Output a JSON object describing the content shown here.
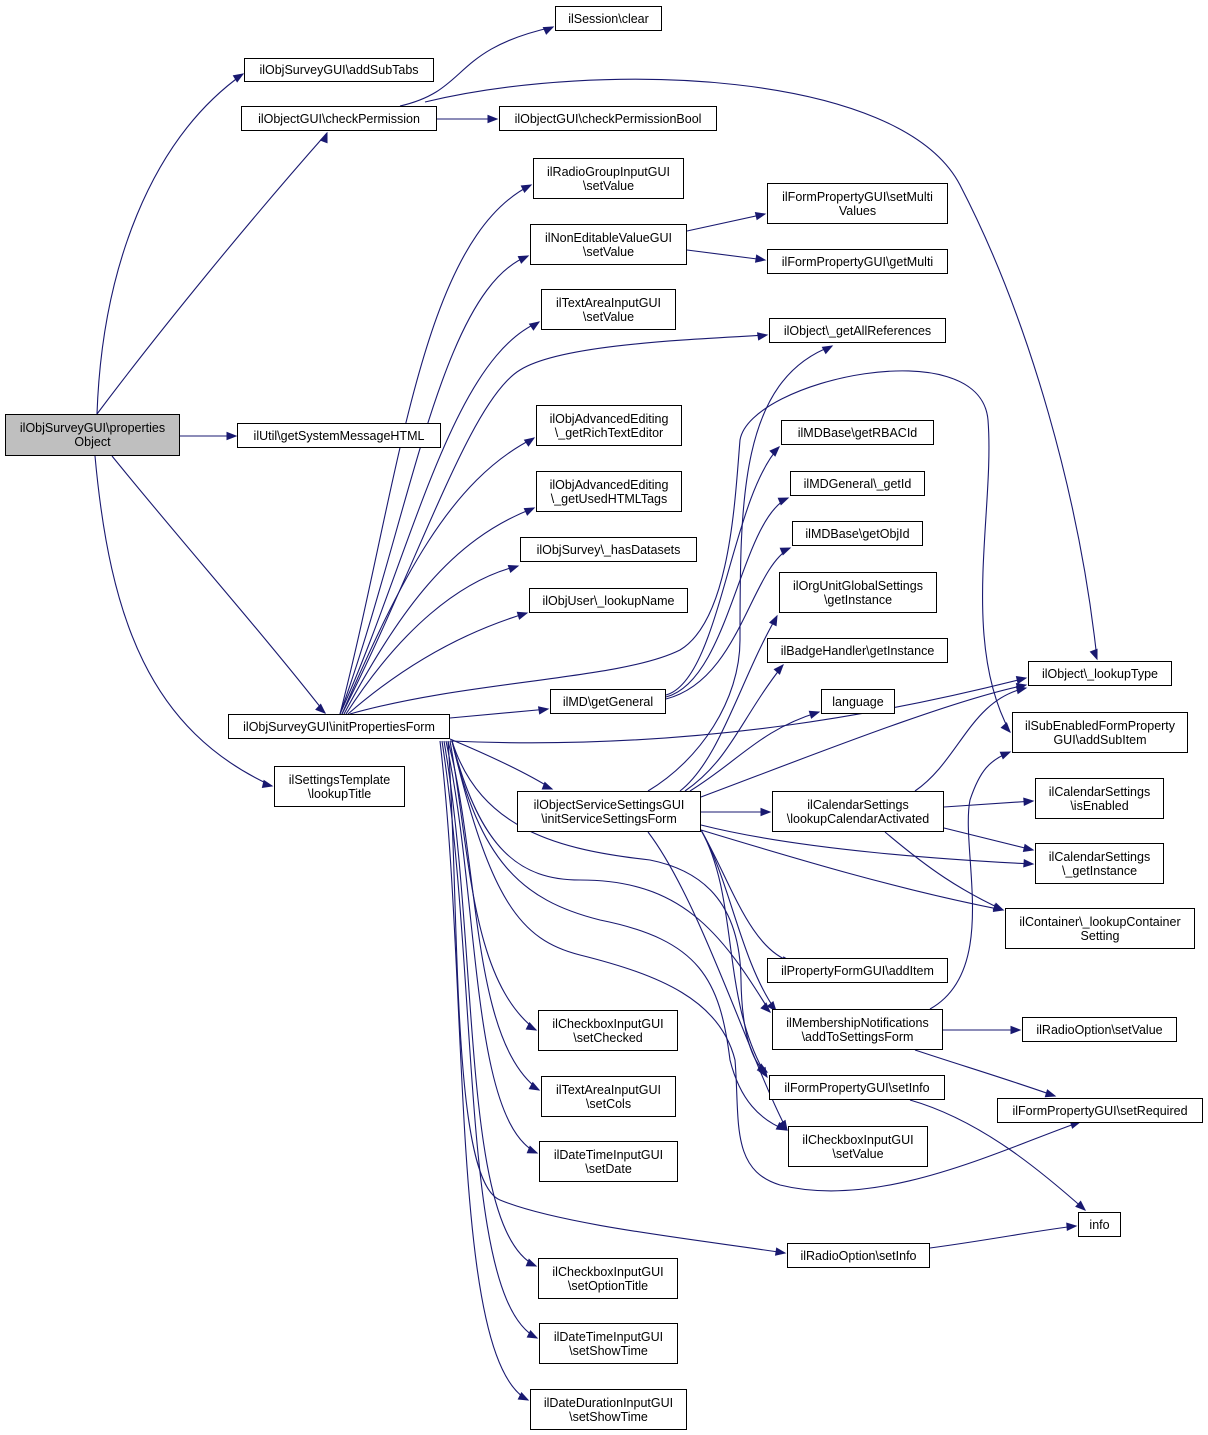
{
  "graph": {
    "nodes": {
      "root": [
        "ilObjSurveyGUI\\properties",
        "Object"
      ],
      "addSubTabs": [
        "ilObjSurveyGUI\\addSubTabs"
      ],
      "checkPermission": [
        "ilObjectGUI\\checkPermission"
      ],
      "getSystemMessageHTML": [
        "ilUtil\\getSystemMessageHTML"
      ],
      "initPropertiesForm": [
        "ilObjSurveyGUI\\initPropertiesForm"
      ],
      "lookupTitle": [
        "ilSettingsTemplate",
        "\\lookupTitle"
      ],
      "sessionClear": [
        "ilSession\\clear"
      ],
      "checkPermissionBool": [
        "ilObjectGUI\\checkPermissionBool"
      ],
      "radioGroupSetValue": [
        "ilRadioGroupInputGUI",
        "\\setValue"
      ],
      "nonEditableSetValue": [
        "ilNonEditableValueGUI",
        "\\setValue"
      ],
      "textAreaSetValue": [
        "ilTextAreaInputGUI",
        "\\setValue"
      ],
      "getRichTextEditor": [
        "ilObjAdvancedEditing",
        "\\_getRichTextEditor"
      ],
      "getUsedHTMLTags": [
        "ilObjAdvancedEditing",
        "\\_getUsedHTMLTags"
      ],
      "hasDatasets": [
        "ilObjSurvey\\_hasDatasets"
      ],
      "lookupName": [
        "ilObjUser\\_lookupName"
      ],
      "mdGetGeneral": [
        "ilMD\\getGeneral"
      ],
      "initServiceSettingsForm": [
        "ilObjectServiceSettingsGUI",
        "\\initServiceSettingsForm"
      ],
      "checkboxSetChecked": [
        "ilCheckboxInputGUI",
        "\\setChecked"
      ],
      "textAreaSetCols": [
        "ilTextAreaInputGUI",
        "\\setCols"
      ],
      "dateTimeSetDate": [
        "ilDateTimeInputGUI",
        "\\setDate"
      ],
      "checkboxSetOptionTitle": [
        "ilCheckboxInputGUI",
        "\\setOptionTitle"
      ],
      "dateTimeSetShowTime": [
        "ilDateTimeInputGUI",
        "\\setShowTime"
      ],
      "dateDurationSetShowTime": [
        "ilDateDurationInputGUI",
        "\\setShowTime"
      ],
      "setMultiValues": [
        "ilFormPropertyGUI\\setMulti",
        "Values"
      ],
      "getMulti": [
        "ilFormPropertyGUI\\getMulti"
      ],
      "getAllReferences": [
        "ilObject\\_getAllReferences"
      ],
      "getRBACId": [
        "ilMDBase\\getRBACId"
      ],
      "mdGeneralGetId": [
        "ilMDGeneral\\_getId"
      ],
      "getObjId": [
        "ilMDBase\\getObjId"
      ],
      "orgUnitGetInstance": [
        "ilOrgUnitGlobalSettings",
        "\\getInstance"
      ],
      "badgeGetInstance": [
        "ilBadgeHandler\\getInstance"
      ],
      "language": [
        "language"
      ],
      "lookupCalendarActivated": [
        "ilCalendarSettings",
        "\\lookupCalendarActivated"
      ],
      "addItem": [
        "ilPropertyFormGUI\\addItem"
      ],
      "addToSettingsForm": [
        "ilMembershipNotifications",
        "\\addToSettingsForm"
      ],
      "setInfo": [
        "ilFormPropertyGUI\\setInfo"
      ],
      "checkboxSetValue": [
        "ilCheckboxInputGUI",
        "\\setValue"
      ],
      "radioOptionSetInfo": [
        "ilRadioOption\\setInfo"
      ],
      "lookupType": [
        "ilObject\\_lookupType"
      ],
      "addSubItem": [
        "ilSubEnabledFormProperty",
        "GUI\\addSubItem"
      ],
      "calIsEnabled": [
        "ilCalendarSettings",
        "\\isEnabled"
      ],
      "calGetInstance": [
        "ilCalendarSettings",
        "\\_getInstance"
      ],
      "lookupContainerSetting": [
        "ilContainer\\_lookupContainer",
        "Setting"
      ],
      "radioOptionSetValue": [
        "ilRadioOption\\setValue"
      ],
      "setRequired": [
        "ilFormPropertyGUI\\setRequired"
      ],
      "info": [
        "info"
      ]
    }
  }
}
